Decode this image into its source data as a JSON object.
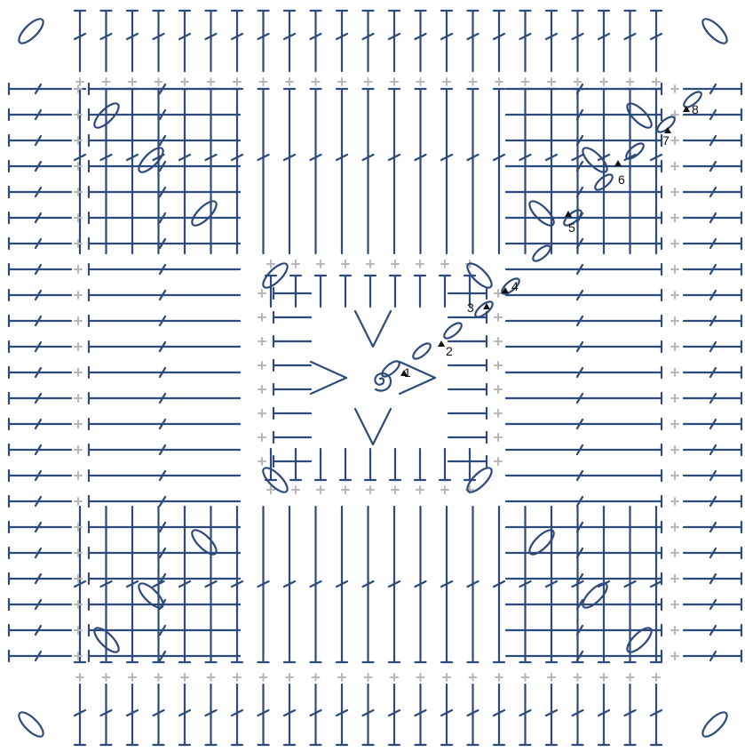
{
  "colors": {
    "stitch": "#2c4a7c",
    "round_start": "#b7b7b7",
    "marker": "#111111",
    "background": "#ffffff"
  },
  "rounds": [
    {
      "label": "1"
    },
    {
      "label": "2"
    },
    {
      "label": "3"
    },
    {
      "label": "4"
    },
    {
      "label": "5"
    },
    {
      "label": "6"
    },
    {
      "label": "7"
    },
    {
      "label": "8"
    }
  ],
  "symbols": [
    "magic-ring-icon",
    "chain-stitch-icon",
    "single-crochet-icon",
    "double-crochet-icon",
    "slip-stitch-icon"
  ]
}
